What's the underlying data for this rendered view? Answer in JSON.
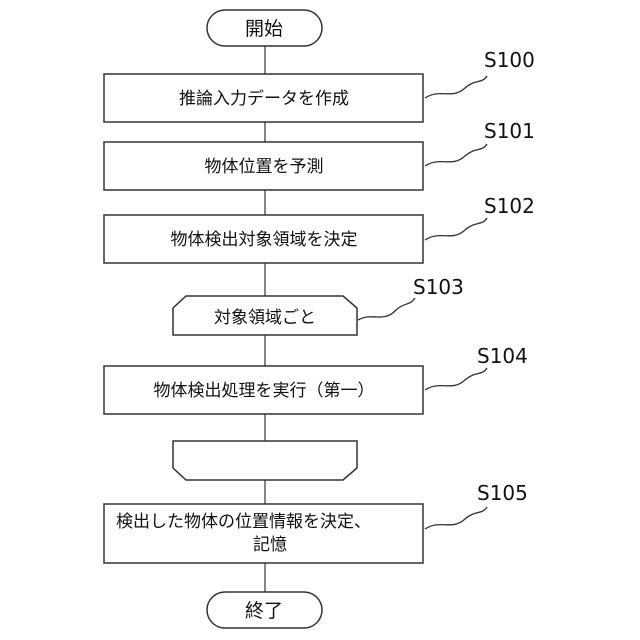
{
  "flowchart": {
    "start": "開始",
    "end": "終了",
    "steps": [
      {
        "id": "S100",
        "text": "推論入力データを作成"
      },
      {
        "id": "S101",
        "text": "物体位置を予測"
      },
      {
        "id": "S102",
        "text": "物体検出対象領域を決定"
      },
      {
        "id": "S103",
        "text": "対象領域ごと"
      },
      {
        "id": "S104",
        "text": "物体検出処理を実行（第一）"
      },
      {
        "id": "S105",
        "text_line1": "検出した物体の位置情報を決定、",
        "text_line2": "記憶"
      }
    ]
  },
  "colors": {
    "line": "#444444",
    "text": "#111111",
    "background": "#ffffff"
  }
}
